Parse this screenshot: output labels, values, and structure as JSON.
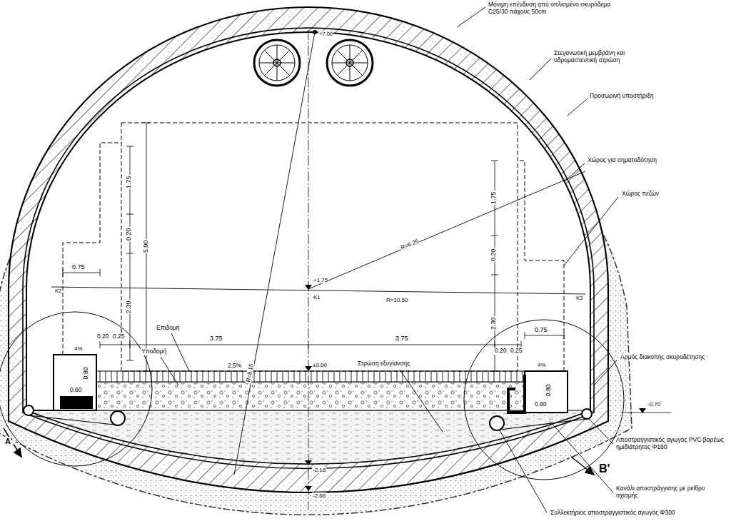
{
  "diagram": {
    "labels": [
      "Μόνιμη επένδυση από οπλισμένο σκυρόδεμα C25/30 πάχους 50cm",
      "Στεγανωτική μεμβράνη και υδρομαστευτική στρώση",
      "Προσωρινή υποστήριξη",
      "Χώρος για σηματοδότηση",
      "Χώρος πεζών",
      "Αρμός διακοπής σκυροδέτησης",
      "Αποστραγγιστικός αγωγός PVC βαρέως ημιδιάτρητος Φ160",
      "Κανάλι αποστράγγισης με ρείθρο σχισμής",
      "Συλλεκτήριος αποστραγγιστικός αγωγός Φ300",
      "Επιδομή",
      "Υποδομή",
      "Στρώση εξυγίανσης",
      "0.75",
      "0.75",
      "1.75",
      "0.20",
      "5.00",
      "2.30",
      "1.75",
      "0.20",
      "2.30",
      "0.20",
      "0.25",
      "0.20",
      "0.25",
      "3.75",
      "3.75",
      "2.5%",
      "4%",
      "4%",
      "0.80",
      "0.60",
      "0.80",
      "0.60",
      "±0.00",
      "+1.75",
      "K1",
      "K2",
      "K3",
      "R=6.25",
      "R=10.50",
      "R=8.15",
      "+7.00",
      "-0.70",
      "-2.18",
      "-2.66",
      "A'",
      "B'"
    ]
  }
}
